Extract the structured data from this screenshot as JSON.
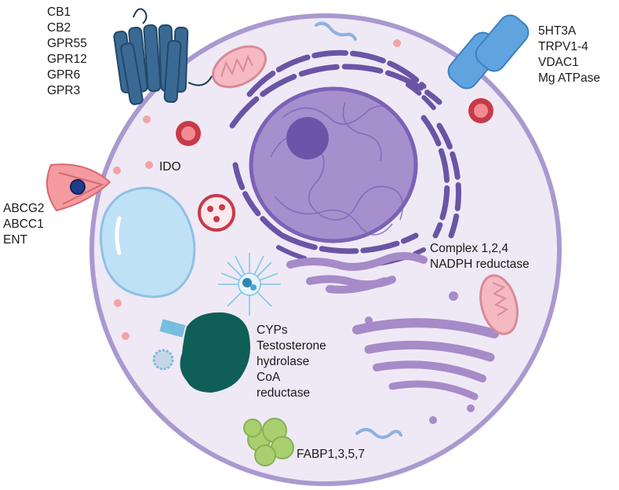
{
  "labels": {
    "gpcr_receptors": [
      "CB1",
      "CB2",
      "GPR55",
      "GPR12",
      "GPR6",
      "GPR3"
    ],
    "ion_channels": [
      "5HT3A",
      "TRPV1-4",
      "VDAC1",
      "Mg ATPase"
    ],
    "transporters": [
      "ABCG2",
      "ABCC1",
      "ENT"
    ],
    "ido": "IDO",
    "mitochondrial_enzymes": [
      "Complex 1,2,4",
      "NADPH reductase"
    ],
    "er_enzymes": [
      "CYPs",
      "Testosterone",
      "hydrolase",
      "CoA",
      "reductase"
    ],
    "fabp": "FABP1,3,5,7"
  },
  "colors": {
    "cell_membrane": "#a999cf",
    "cytoplasm": "#efe9f6",
    "nucleus": "#a58fcd",
    "nucleolus": "#6c55a8",
    "rough_er": "#6a54a5",
    "golgi": "#a68bc8",
    "mitochondria": "#f5b9c2",
    "lysosome": "#c83a48",
    "vacuole": "#bfe1f6",
    "gpcr": "#3a6a94",
    "ion_channel": "#5fa3df",
    "transporter": "#f49aa0",
    "smooth_er_protein": "#0f5e58",
    "fabp_protein": "#a9cf70"
  }
}
